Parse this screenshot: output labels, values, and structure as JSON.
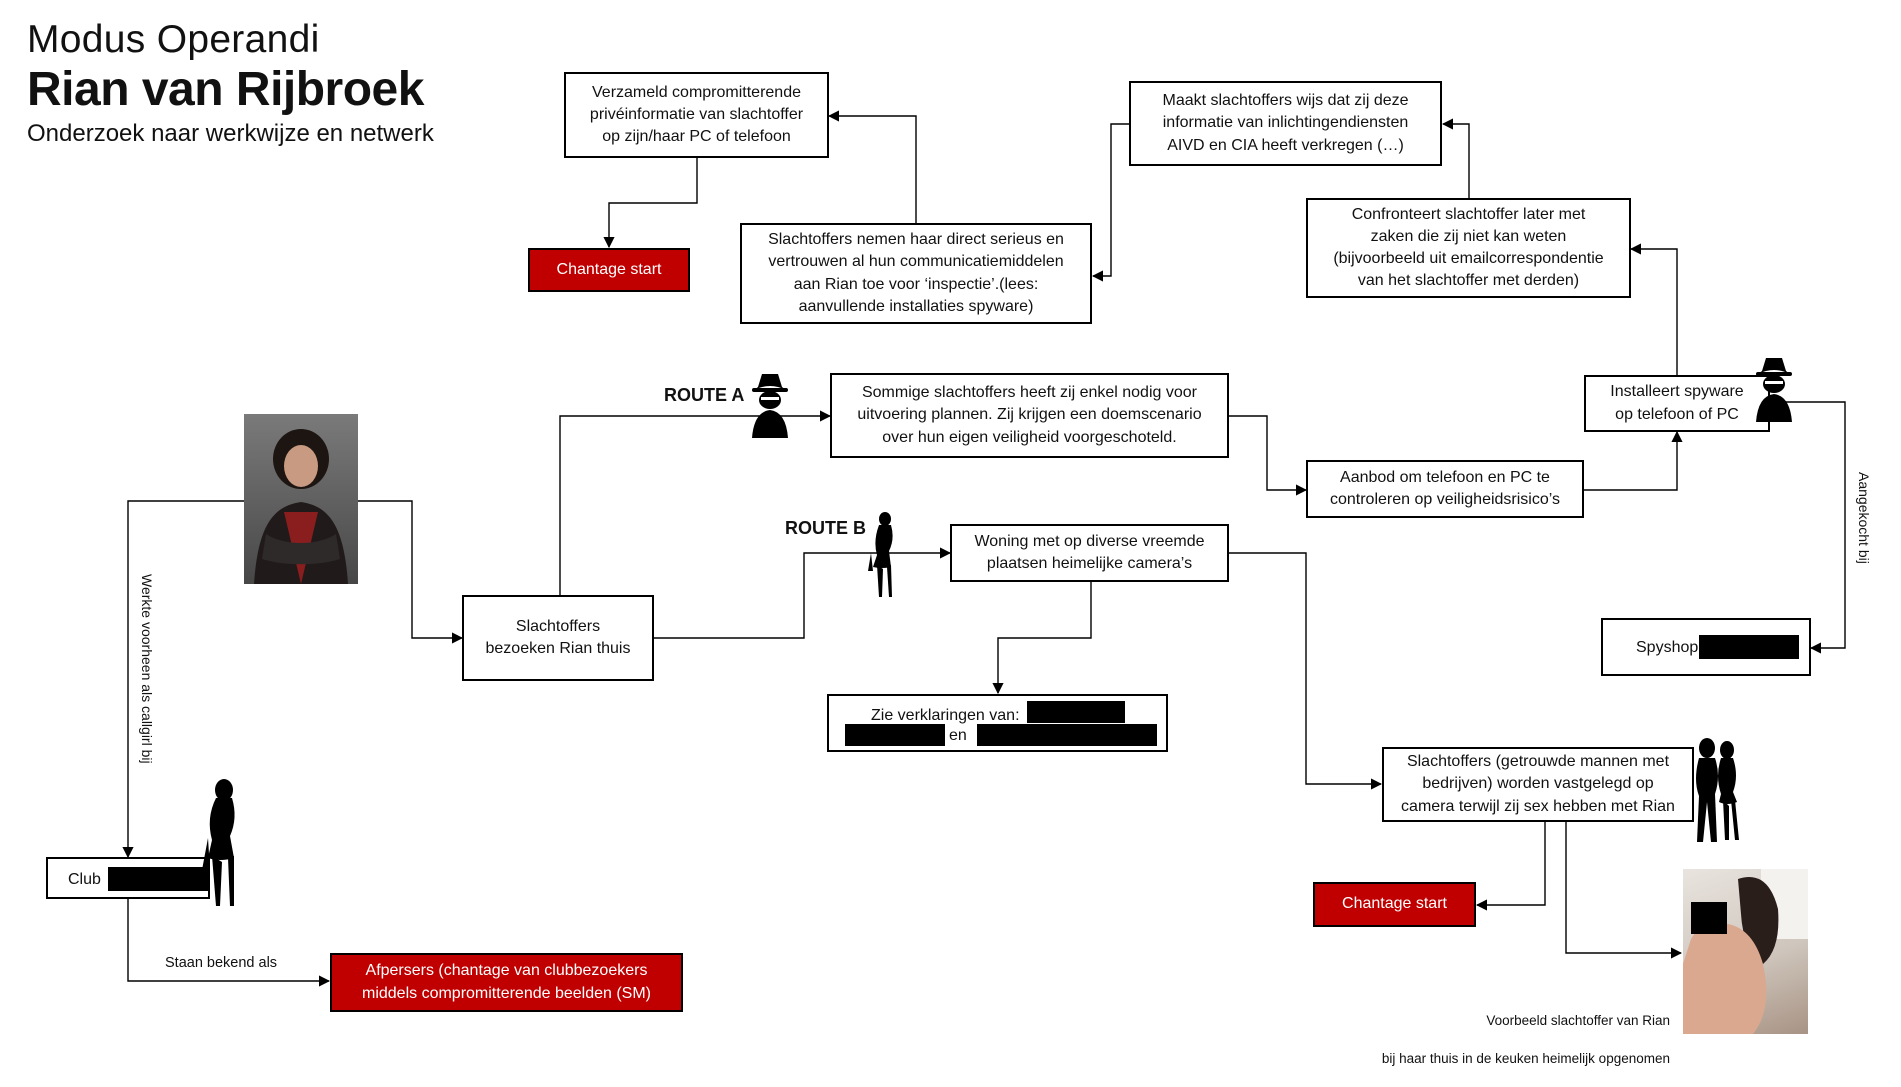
{
  "header": {
    "line1": "Modus Operandi",
    "line2": "Rian van Rijbroek",
    "line3": "Onderzoek naar werkwijze en netwerk"
  },
  "nodes": {
    "verzameld": "Verzameld compromitterende\nprivéinformatie van slachtoffer\nop zijn/haar PC of telefoon",
    "chantage_top": "Chantage start",
    "slachtoffers_nemen": "Slachtoffers nemen haar direct serieus en\nvertrouwen al hun communicatiemiddelen\naan Rian toe voor ‘inspectie’.(lees:\naanvullende installaties spyware)",
    "maakt": "Maakt slachtoffers wijs dat zij deze\ninformatie van inlichtingendiensten\nAIVD en CIA heeft verkregen (…)",
    "confronteert": "Confronteert slachtoffer later met\nzaken die zij niet kan weten\n(bijvoorbeeld uit emailcorrespondentie\nvan het slachtoffer met derden)",
    "sommige": "Sommige slachtoffers heeft zij enkel nodig voor\nuitvoering plannen. Zij krijgen een doemscenario\nover hun eigen veiligheid voorgeschoteld.",
    "aanbod": "Aanbod om telefoon en PC te\ncontroleren op veiligheidsrisico’s",
    "installeert": "Installeert spyware\nop telefoon of PC",
    "woning": "Woning met op diverse vreemde\nplaatsen heimelijke camera’s",
    "bezoeken": "Slachtoffers\nbezoeken Rian thuis",
    "zie_verklaringen": "Zie verklaringen van:",
    "zie_en": "en",
    "spyshop": "Spyshop",
    "club": "Club",
    "afpersers": "Afpersers (chantage van clubbezoekers\nmiddels compromitterende beelden (SM)",
    "slachtoffers_getrouwde": "Slachtoffers (getrouwde mannen met\nbedrijven) worden vastgelegd op\ncamera terwijl zij sex hebben met Rian",
    "chantage_bottom": "Chantage start"
  },
  "labels": {
    "route_a": "ROUTE A",
    "route_b": "ROUTE B",
    "werkte": "Werkte voorheen als callgirl bij",
    "staan_bekend": "Staan bekend als",
    "aangekocht": "Aangekocht bij"
  },
  "caption": {
    "line1": "Voorbeeld slachtoffer van Rian",
    "line2": "bij haar thuis in de keuken heimelijk opgenomen"
  },
  "colors": {
    "accent_red": "#c00000",
    "border": "#000000"
  },
  "icons": {
    "spy": "spy-silhouette-icon",
    "woman": "woman-silhouette-icon",
    "couple": "couple-silhouette-icon"
  }
}
